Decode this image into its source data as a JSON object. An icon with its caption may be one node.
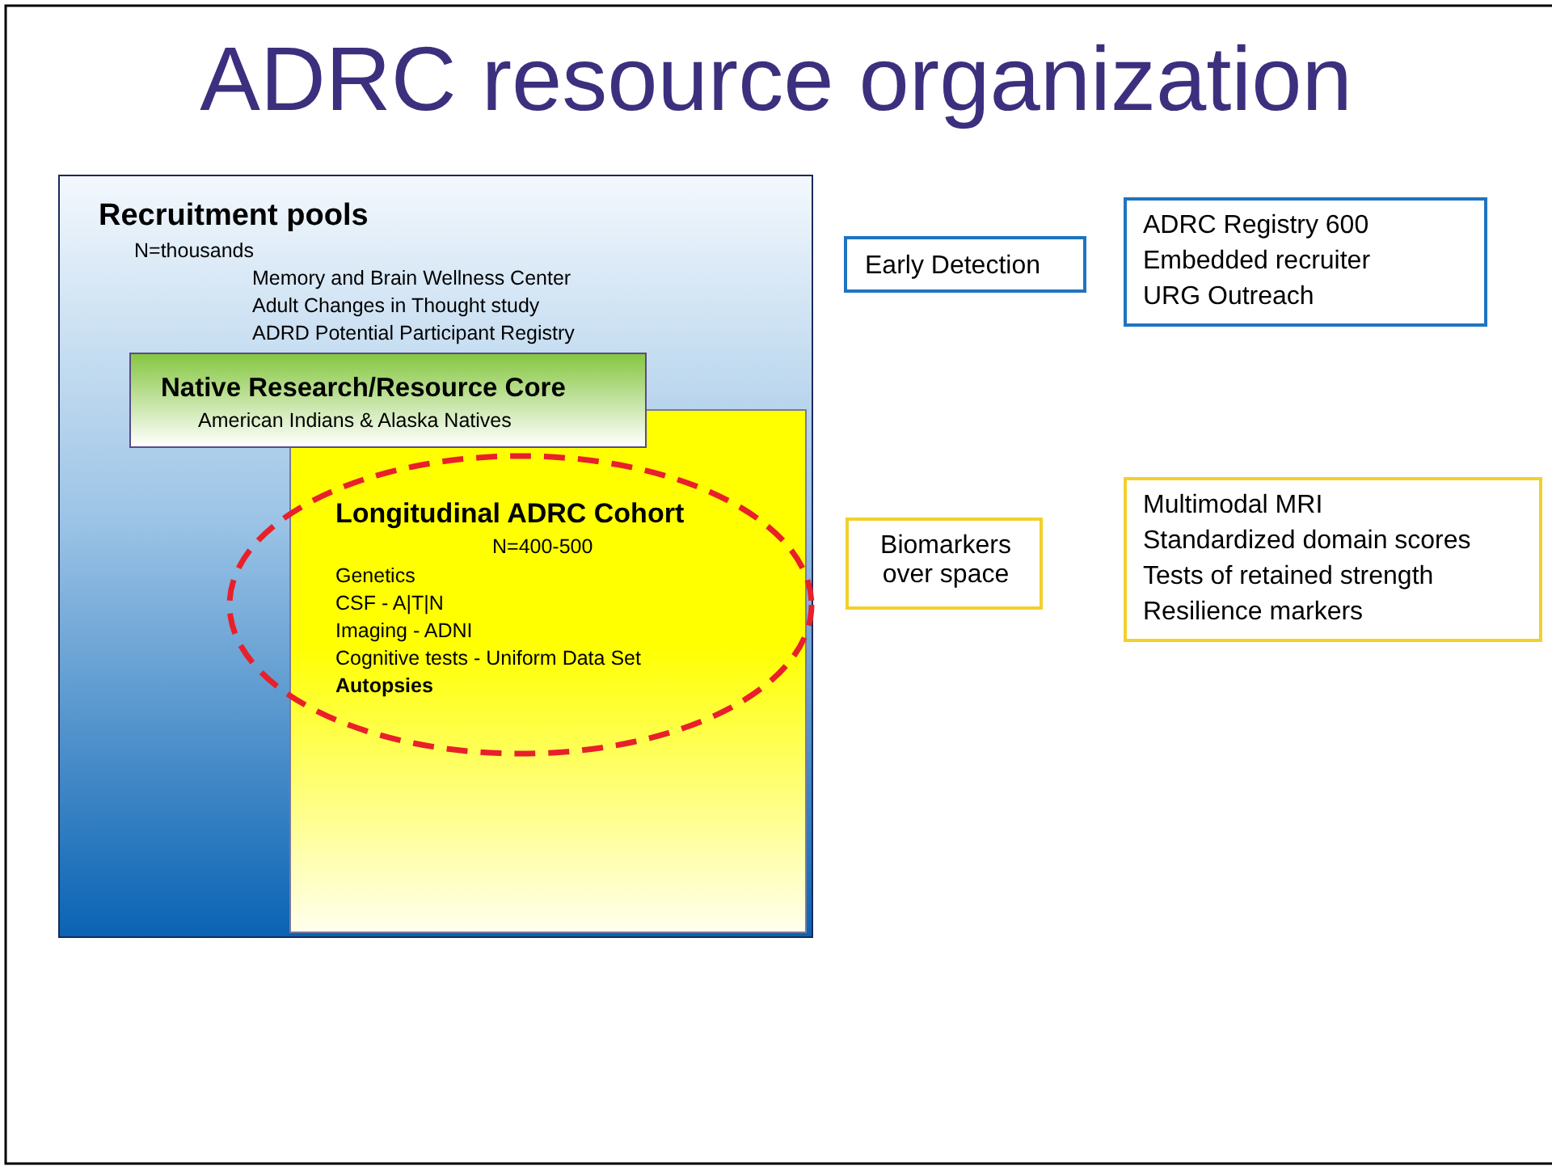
{
  "diagram": {
    "title": "ADRC resource organization",
    "nodes": [
      {
        "text": [
          "Recruitment pools",
          "N=thousands",
          "Memory and Brain Wellness Center",
          "Adult Changes in Thought study",
          "ADRD Potential Participant Registry"
        ]
      },
      {
        "text": [
          "Native Research/Resource Core",
          "American Indians & Alaska Natives"
        ],
        "in": 0
      },
      {
        "text": [
          "Longitudinal ADRC Cohort",
          "N=400-500",
          "Genetics",
          "CSF -  A|T|N",
          "Imaging  -  ADNI",
          "Cognitive tests  - Uniform Data Set",
          "Autopsies"
        ],
        "in": 0
      },
      {
        "text": [
          "Early Detection"
        ]
      },
      {
        "text": [
          "ADRC Registry 600",
          "Embedded recruiter",
          "URG Outreach"
        ]
      },
      {
        "text": [
          "Biomarkers over space"
        ]
      },
      {
        "text": [
          "Multimodal MRI",
          "Standardized domain scores",
          "Tests of retained strength",
          "Resilience markers"
        ]
      }
    ],
    "edges": []
  }
}
